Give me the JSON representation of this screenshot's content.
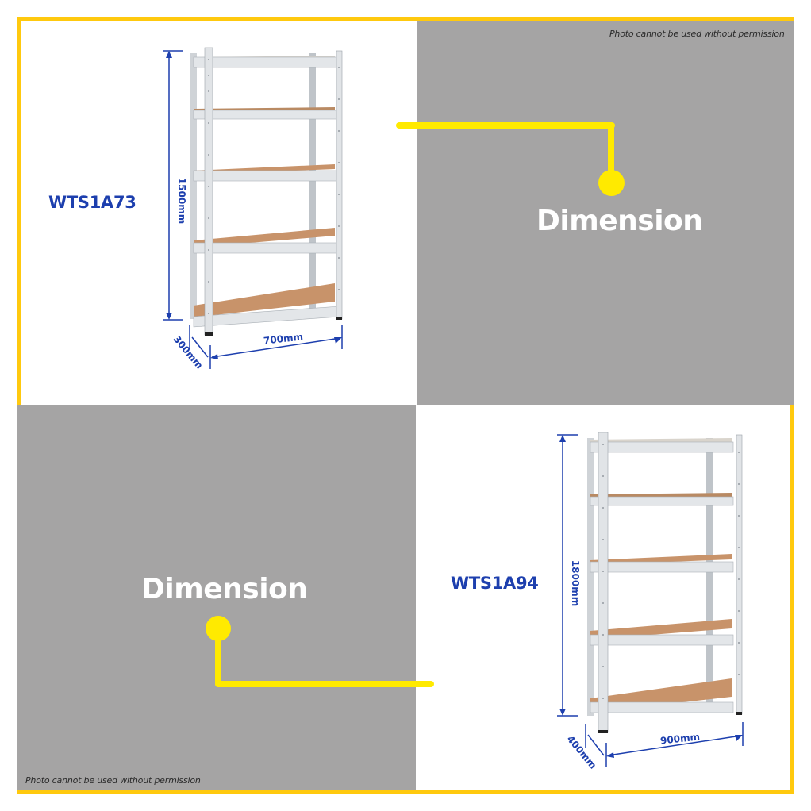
{
  "colors": {
    "frame_yellow": "#ffc90e",
    "connector_yellow": "#ffea00",
    "panel_gray": "#a5a4a4",
    "label_blue": "#1d3fae",
    "shelf_wood": "#c8936a",
    "steel": "#d9dcdf"
  },
  "watermark": "Photo cannot be used without permission",
  "panels": [
    {
      "position": "top-left",
      "type": "product",
      "model": "WTS1A73",
      "dimensions": {
        "height": "1500mm",
        "width": "700mm",
        "depth": "300mm"
      },
      "shelf_count": 5
    },
    {
      "position": "top-right",
      "type": "caption",
      "title": "Dimension",
      "watermark": "Photo cannot be used without permission",
      "connector_icon": "connector-dot-icon"
    },
    {
      "position": "bottom-left",
      "type": "caption",
      "title": "Dimension",
      "watermark": "Photo cannot be used without permission",
      "connector_icon": "connector-dot-icon"
    },
    {
      "position": "bottom-right",
      "type": "product",
      "model": "WTS1A94",
      "dimensions": {
        "height": "1800mm",
        "width": "900mm",
        "depth": "400mm"
      },
      "shelf_count": 5
    }
  ]
}
